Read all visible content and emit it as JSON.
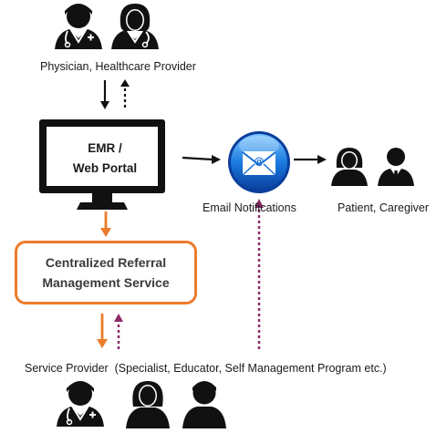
{
  "physician": {
    "label": "Physician, Healthcare Provider"
  },
  "emr": {
    "line1": "EMR /",
    "line2": "Web Portal"
  },
  "email": {
    "label": "Email Notifications"
  },
  "patient": {
    "label": "Patient, Caregiver"
  },
  "crms": {
    "line1": "Centralized Referral",
    "line2": "Management Service"
  },
  "service": {
    "label": "Service Provider  (Specialist, Educator, Self Management Program etc.)"
  },
  "colors": {
    "orange": "#ec7b2b",
    "purple": "#8e2a68",
    "black": "#111111",
    "email_blue": "#1570d6"
  },
  "icons": [
    "doctor-male-icon",
    "doctor-female-icon",
    "monitor-icon",
    "email-icon",
    "user-female-icon",
    "user-male-suit-icon",
    "user-female-hair-icon",
    "user-male-icon"
  ]
}
